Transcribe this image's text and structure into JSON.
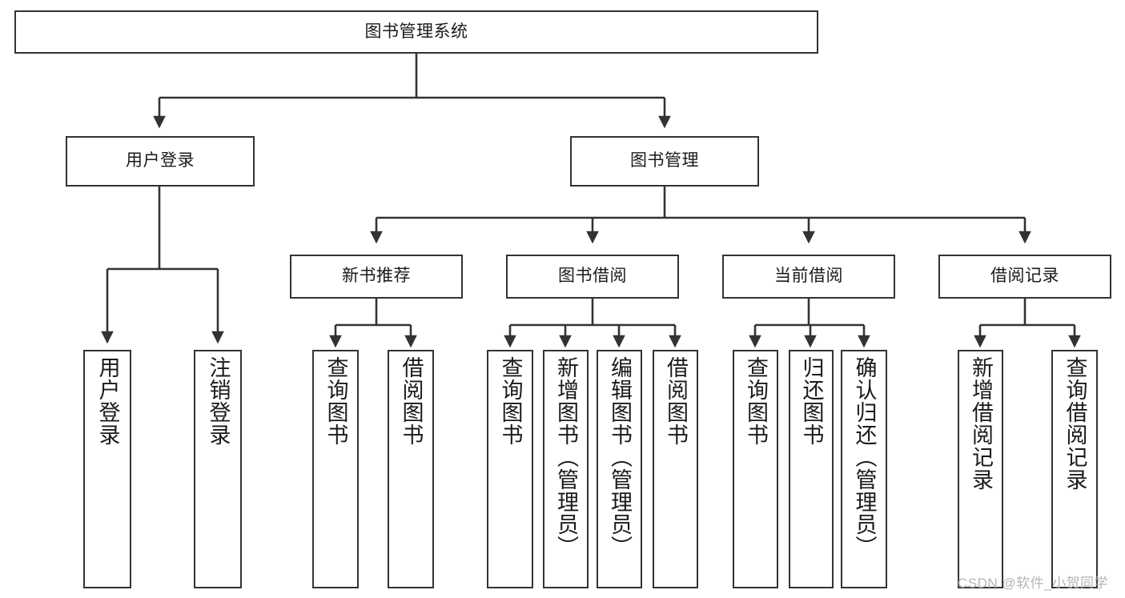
{
  "diagram": {
    "title": "图书管理系统",
    "type": "tree",
    "watermark": "CSDN @软件_小贺同学",
    "colors": {
      "box_stroke": "#333333",
      "box_fill": "#ffffff",
      "wire": "#333333",
      "text": "#1a1a1a",
      "watermark": "#b5b5b5"
    },
    "nodes": {
      "root": {
        "label": "图书管理系统"
      },
      "level2": [
        {
          "label": "用户登录"
        },
        {
          "label": "图书管理"
        }
      ],
      "level3": [
        {
          "label": "新书推荐"
        },
        {
          "label": "图书借阅"
        },
        {
          "label": "当前借阅"
        },
        {
          "label": "借阅记录"
        }
      ],
      "leaves_user_login": [
        {
          "label": "用户登录"
        },
        {
          "label": "注销登录"
        }
      ],
      "leaves_new_books": [
        {
          "label": "查询图书"
        },
        {
          "label": "借阅图书"
        }
      ],
      "leaves_borrow": [
        {
          "label": "查询图书"
        },
        {
          "label": "新增图书（管理员）"
        },
        {
          "label": "编辑图书（管理员）"
        },
        {
          "label": "借阅图书"
        }
      ],
      "leaves_current": [
        {
          "label": "查询图书"
        },
        {
          "label": "归还图书"
        },
        {
          "label": "确认归还（管理员）"
        }
      ],
      "leaves_records": [
        {
          "label": "新增借阅记录"
        },
        {
          "label": "查询借阅记录"
        }
      ]
    }
  }
}
